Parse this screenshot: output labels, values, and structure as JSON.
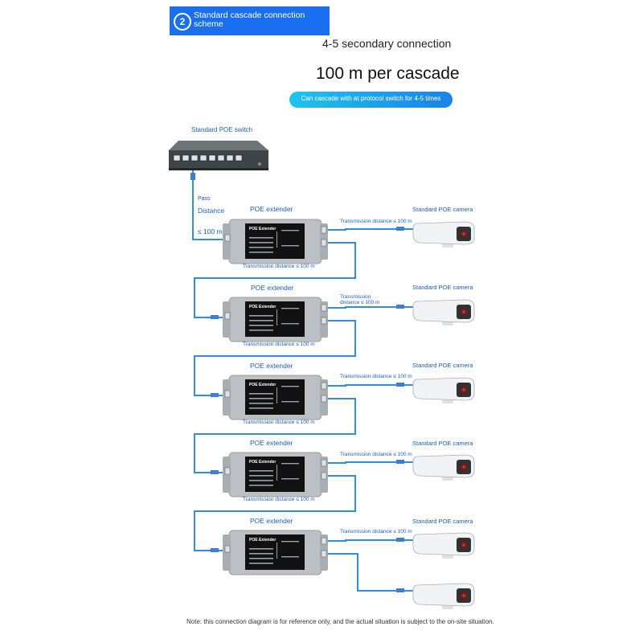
{
  "header": {
    "number": "2",
    "title": "Standard cascade connection scheme"
  },
  "subtitle": "4-5 secondary connection",
  "headline": "100 m per cascade",
  "pill_text": "Can cascade with at protocol switch for 4-5 times",
  "switch": {
    "label": "Standard POE switch"
  },
  "pass_label": "Pass",
  "distance_label": "Distance",
  "distance_value": "≤ 100 m",
  "extenders": [
    {
      "title": "POE extender",
      "panel": "POE Extender",
      "cam_dist": "Transmission distance ≤ 100 m",
      "cascade_dist": "Transmission distance ≤ 100 m",
      "camera": "Standard POE camera"
    },
    {
      "title": "POE extender",
      "panel": "POE Extender",
      "cam_dist": "Transmission distance ≤ 100 m",
      "cascade_dist": "Transmission distance ≤ 100 m",
      "camera": "Standard POE camera"
    },
    {
      "title": "POE extender",
      "panel": "POE Extender",
      "cam_dist": "Transmission distance ≤ 100 m",
      "cascade_dist": "Transmission distance ≤ 100 m",
      "camera": "Standard POE camera"
    },
    {
      "title": "POE extender",
      "panel": "POE Extender",
      "cam_dist": "Transmission distance ≤ 100 m",
      "cascade_dist": "Transmission distance ≤ 100 m",
      "camera": "Standard POE camera"
    },
    {
      "title": "POE extender",
      "panel": "POE Extender",
      "cam_dist": "Transmission distance ≤ 100 m",
      "cascade_dist": "",
      "camera": "Standard POE camera"
    }
  ],
  "note": "Note: this connection diagram is for reference only, and the actual situation is subject to the on-site situation.",
  "colors": {
    "cable": "#2f8de4",
    "banner": "#1a6ef0",
    "label": "#1d5fb8",
    "extender_body": "#bcc0c4",
    "panel": "#111111"
  }
}
